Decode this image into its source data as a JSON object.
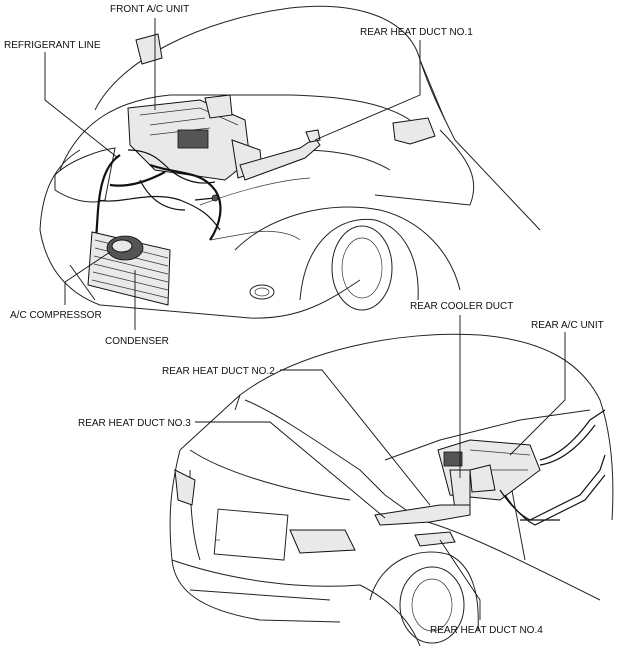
{
  "labels": {
    "front_ac_unit": "FRONT A/C UNIT",
    "rear_heat_duct_no1": "REAR HEAT DUCT NO.1",
    "refrigerant_line": "REFRIGERANT LINE",
    "ac_compressor": "A/C COMPRESSOR",
    "condenser": "CONDENSER",
    "rear_cooler_duct": "REAR COOLER DUCT",
    "rear_ac_unit": "REAR A/C UNIT",
    "rear_heat_duct_no2": "REAR HEAT DUCT NO.2",
    "rear_heat_duct_no3": "REAR HEAT DUCT NO.3",
    "rear_heat_duct_no4": "REAR HEAT DUCT NO.4"
  }
}
